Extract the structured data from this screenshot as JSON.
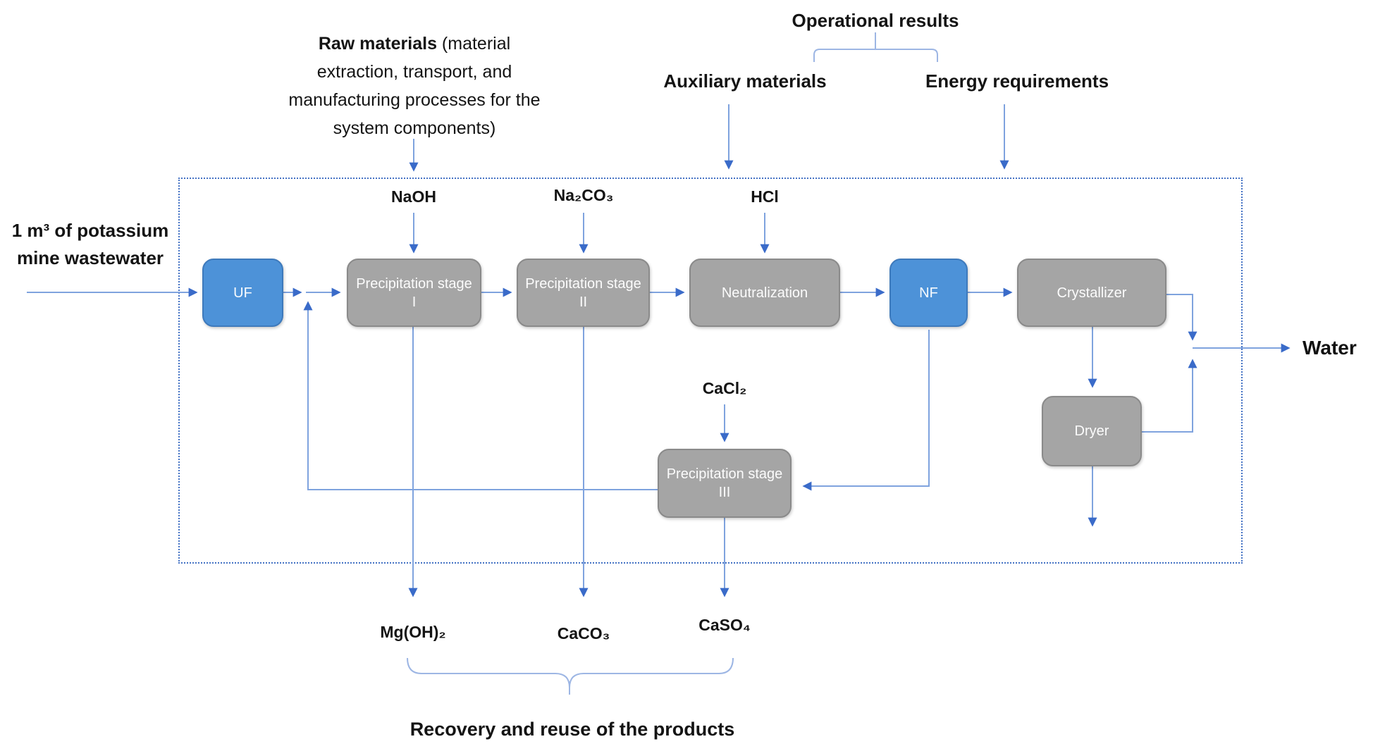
{
  "diagram": {
    "input_label": "1 m³ of potassium mine wastewater",
    "output_label": "Water",
    "raw_materials_bold": "Raw materials",
    "raw_materials_rest": " (material extraction, transport, and manufacturing processes for the system components)",
    "operational_results": "Operational results",
    "auxiliary_materials": "Auxiliary materials",
    "energy_requirements": "Energy requirements",
    "bottom_caption": "Recovery and reuse of the products",
    "colors": {
      "process_box": "#A5A5A5",
      "membrane_box": "#4D92D8",
      "connector_line": "#7FA3DE",
      "arrowhead": "#3A6BC9",
      "boundary_dash": "#4472C4",
      "text": "#141414"
    }
  },
  "nodes": [
    {
      "id": "uf",
      "label": "UF",
      "type": "membrane"
    },
    {
      "id": "precip1",
      "label": "Precipitation stage I",
      "type": "process"
    },
    {
      "id": "precip2",
      "label": "Precipitation stage II",
      "type": "process"
    },
    {
      "id": "neutralization",
      "label": "Neutralization",
      "type": "process"
    },
    {
      "id": "nf",
      "label": "NF",
      "type": "membrane"
    },
    {
      "id": "crystallizer",
      "label": "Crystallizer",
      "type": "process"
    },
    {
      "id": "dryer",
      "label": "Dryer",
      "type": "process"
    },
    {
      "id": "precip3",
      "label": "Precipitation stage III",
      "type": "process"
    }
  ],
  "chemicals_in": [
    {
      "id": "naoh",
      "label": "NaOH",
      "into": "precip1"
    },
    {
      "id": "na2co3",
      "label": "Na₂CO₃",
      "into": "precip2"
    },
    {
      "id": "hcl",
      "label": "HCl",
      "into": "neutralization"
    },
    {
      "id": "cacl2",
      "label": "CaCl₂",
      "into": "precip3"
    }
  ],
  "products_out": [
    {
      "id": "mgoh2",
      "label": "Mg(OH)₂",
      "from": "precip1"
    },
    {
      "id": "caco3",
      "label": "CaCO₃",
      "from": "precip2"
    },
    {
      "id": "caso4",
      "label": "CaSO₄",
      "from": "precip3"
    }
  ],
  "edges": [
    {
      "from": "input",
      "to": "uf"
    },
    {
      "from": "uf",
      "to": "precip1"
    },
    {
      "from": "precip1",
      "to": "precip2"
    },
    {
      "from": "precip2",
      "to": "neutralization"
    },
    {
      "from": "neutralization",
      "to": "nf"
    },
    {
      "from": "nf",
      "to": "crystallizer"
    },
    {
      "from": "nf",
      "to": "precip3"
    },
    {
      "from": "precip3",
      "to": "precip1"
    },
    {
      "from": "crystallizer",
      "to": "dryer"
    },
    {
      "from": "crystallizer",
      "to": "water-out"
    },
    {
      "from": "dryer",
      "to": "water-out"
    },
    {
      "from": "dryer",
      "to": "down-out"
    },
    {
      "from": "precip1",
      "to": "mgoh2"
    },
    {
      "from": "precip2",
      "to": "caco3"
    },
    {
      "from": "precip3",
      "to": "caso4"
    },
    {
      "from": "raw-materials",
      "to": "system-boundary"
    },
    {
      "from": "auxiliary-materials",
      "to": "system-boundary"
    },
    {
      "from": "energy-requirements",
      "to": "system-boundary"
    }
  ]
}
